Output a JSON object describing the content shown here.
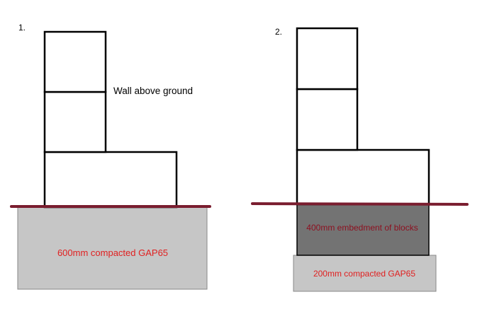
{
  "colors": {
    "outline": "#000000",
    "ground_line": "#7a1d2f",
    "gravel_fill": "#c6c6c6",
    "embedment_fill": "#737373",
    "red_text": "#e02020",
    "dark_red_text": "#8e0f1f",
    "text": "#000000"
  },
  "diagram_1": {
    "number": "1.",
    "wall_label": "Wall above ground",
    "base_label": "600mm compacted GAP65"
  },
  "diagram_2": {
    "number": "2.",
    "embedment_label": "400mm embedment of blocks",
    "base_label": "200mm compacted GAP65"
  }
}
